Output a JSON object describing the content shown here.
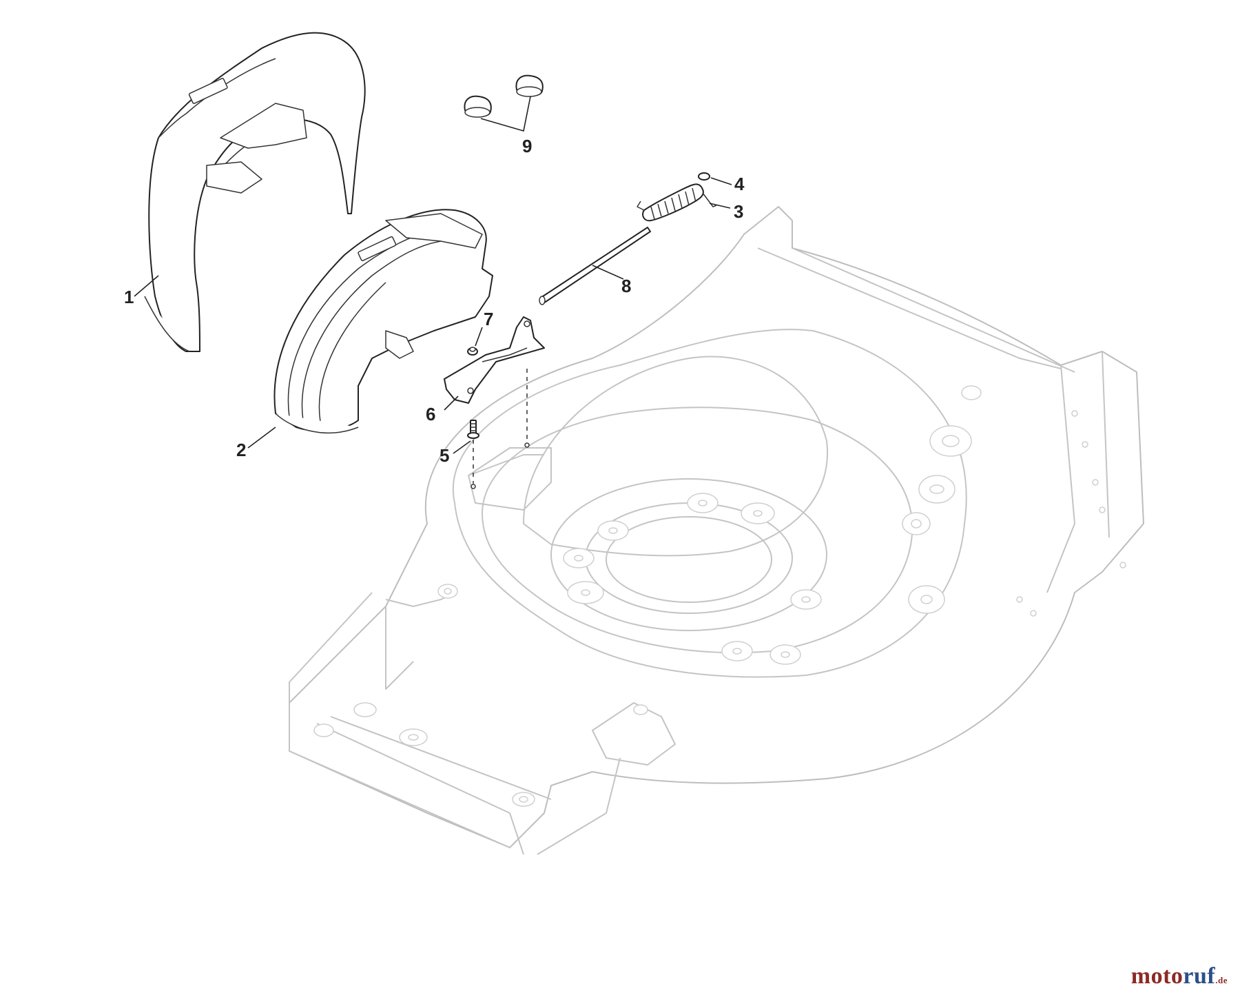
{
  "diagram": {
    "labels": [
      {
        "id": "1",
        "text": "1",
        "part": "Upper rear flap cover"
      },
      {
        "id": "2",
        "text": "2",
        "part": "Rear flap"
      },
      {
        "id": "3",
        "text": "3",
        "part": "Spring"
      },
      {
        "id": "4",
        "text": "4",
        "part": "Washer"
      },
      {
        "id": "5",
        "text": "5",
        "part": "Screw"
      },
      {
        "id": "6",
        "text": "6",
        "part": "Bracket"
      },
      {
        "id": "7",
        "text": "7",
        "part": "Nut"
      },
      {
        "id": "8",
        "text": "8",
        "part": "Rod"
      },
      {
        "id": "9",
        "text": "9",
        "part": "Caps"
      }
    ]
  },
  "watermark": {
    "main_left": "moto",
    "main_right": "ruf",
    "tld": ".de",
    "colors": {
      "left": "#8c2a25",
      "right": "#2b4f8a"
    }
  }
}
